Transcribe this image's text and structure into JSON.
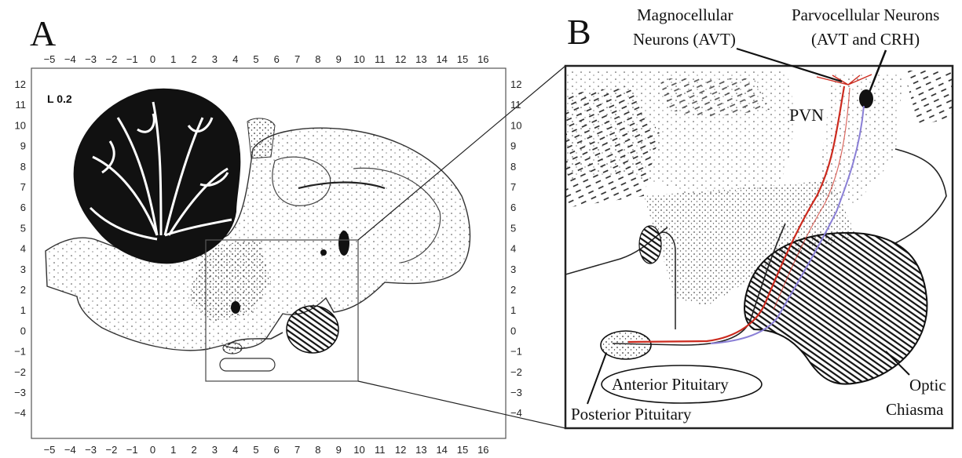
{
  "panel_a": {
    "letter": "A",
    "level_label": "L 0.2",
    "x_ticks": [
      "−5",
      "−4",
      "−3",
      "−2",
      "−1",
      "0",
      "1",
      "2",
      "3",
      "4",
      "5",
      "6",
      "7",
      "8",
      "9",
      "10",
      "11",
      "12",
      "13",
      "14",
      "15",
      "16"
    ],
    "y_ticks": [
      "12",
      "11",
      "10",
      "9",
      "8",
      "7",
      "6",
      "5",
      "4",
      "3",
      "2",
      "1",
      "0",
      "−1",
      "−2",
      "−3",
      "−4"
    ]
  },
  "panel_b": {
    "letter": "B",
    "labels": {
      "magno_line1": "Magnocellular",
      "magno_line2": "Neurons (AVT)",
      "parvo_line1": "Parvocellular Neurons",
      "parvo_line2": "(AVT and CRH)",
      "pvn": "PVN",
      "anterior_pituitary": "Anterior Pituitary",
      "posterior_pituitary": "Posterior Pituitary",
      "optic_line1": "Optic",
      "optic_line2": "Chiasma"
    }
  },
  "colors": {
    "ink": "#111111",
    "avt_pathway": "#cc2a1e",
    "crh_pathway": "#8a7fd6"
  }
}
